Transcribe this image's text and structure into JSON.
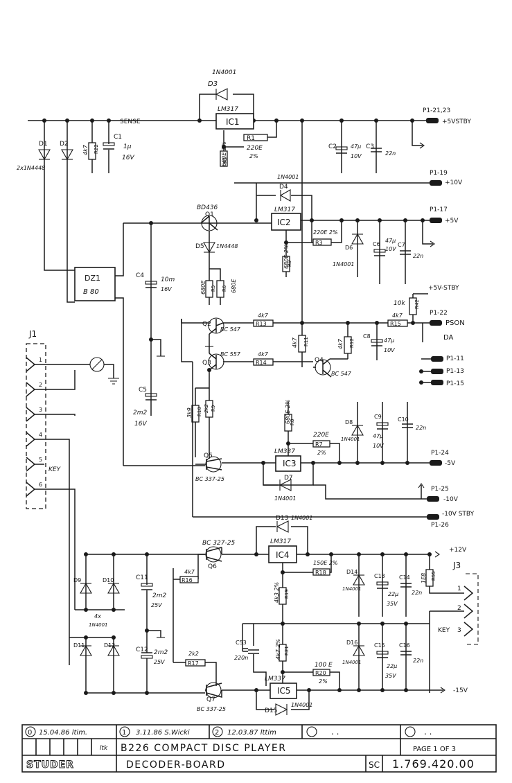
{
  "title_block": {
    "rev0": "0",
    "rev0_text": "15.04.86 ltim.",
    "rev1": "1",
    "rev1_text": "3.11.86 S.Wicki",
    "rev2": "2",
    "rev2_text": "12.03.87 lttim",
    "rev_extra": ". .",
    "rev_extra2": ". .",
    "initials": "ltk",
    "product": "B226 COMPACT DISC PLAYER",
    "page_label": "PAGE 1 OF 3",
    "brand": "STUDER",
    "board": "DECODER-BOARD",
    "code": "SC",
    "part_number": "1.769.420.00"
  },
  "labels": {
    "sense": "SENSE",
    "d1": "D1",
    "d2": "D2",
    "diodes_note": "2x1N4448",
    "r22": "R22",
    "r22_val": "4k7",
    "c1": "C1",
    "c1_val": "1µ",
    "c1_volt": "16V",
    "d3": "D3",
    "d3_type": "1N4001",
    "ic1_type": "LM317",
    "ic1": "IC1",
    "r1": "R1",
    "r1_val": "220E",
    "r1_tol": "2%",
    "r2": "R2",
    "r2_val": "680E 2%",
    "p1_2123": "P1-21,23",
    "out_5vstby": "+5VSTBY",
    "c2": "C2",
    "c2_val": "47µ",
    "c2_volt": "10V",
    "c3": "C3",
    "c3_val": "22n",
    "p1_19": "P1-19",
    "out_10v": "+10V",
    "d4": "D4",
    "d4_type": "1N4001",
    "q1_type": "BD436",
    "q1": "Q1",
    "ic2_type": "LM317",
    "ic2": "IC2",
    "p1_17": "P1-17",
    "out_5v": "+5V",
    "d5": "D5",
    "d5_type": "1N4448",
    "r3": "R3",
    "r3_val": "220E 2%",
    "r9": "R9",
    "r9_val": "680E 2%",
    "d6": "D6",
    "d6_type": "1N4001",
    "c6": "C6",
    "c6_val": "47µ",
    "c6_volt": "10V",
    "c7": "C7",
    "c7_val": "22n",
    "dz1": "DZ1",
    "dz1_type": "B 80",
    "c4": "C4",
    "c4_val": "10m",
    "c4_volt": "16V",
    "r5": "R5",
    "r5_val": "680E",
    "r6": "R6",
    "r6_val": "680E",
    "stby_in": "+5V-STBY",
    "r42": "R42",
    "r42_val": "10k",
    "p1_22": "P1-22",
    "pson": "PSON",
    "da": "DA",
    "j1": "J1",
    "key": "KEY",
    "q2": "Q2",
    "q2_type": "BC 547",
    "r13": "R13",
    "r13_val": "4k7",
    "r11": "R11",
    "r11_val": "4k7",
    "r12": "R12",
    "r12_val": "4k7",
    "r15": "R15",
    "r15_val": "4k7",
    "c8": "C8",
    "c8_val": "47µ",
    "c8_volt": "10V",
    "q3": "Q3",
    "q3_type": "BC 557",
    "r14": "R14",
    "r14_val": "4k7",
    "q4": "Q4",
    "q4_type": "BC 547",
    "p1_11": "P1-11",
    "p1_13": "P1-13",
    "p1_15": "P1-15",
    "c5": "C5",
    "c5_val": "2m2",
    "c5_volt": "16V",
    "r10": "R10",
    "r10_val": "3k9",
    "r9b": "R9",
    "r9b_val": "2k2",
    "r8": "R8",
    "r8_val": "680E 2%",
    "d8": "D8",
    "d8_type": "1N4001",
    "c9": "C9",
    "c9_val": "47µ",
    "c9_volt": "10V",
    "c10": "C10",
    "c10_val": "22n",
    "r7": "R7",
    "r7_val": "220E",
    "r7_tol": "2%",
    "ic3_type": "LM337",
    "ic3": "IC3",
    "p1_24": "P1-24",
    "out_m5v": "-5V",
    "q5": "Q5",
    "q5_type": "BC 337-25",
    "d7": "D7",
    "d7_type": "1N4001",
    "p1_25": "P1-25",
    "out_m10v": "-10V",
    "out_m10vstby": "-10V STBY",
    "p1_26": "P1-26",
    "d13": "D13",
    "d13_type": "1N4001",
    "q6_type": "BC 327-25",
    "q6": "Q6",
    "ic4_type": "LM317",
    "ic4": "IC4",
    "out_12v": "+12V",
    "r18": "R18",
    "r18_val": "150E 2%",
    "r16": "R16",
    "r16_val": "4k7",
    "c11": "C11",
    "c11_val": "2m2",
    "c11_volt": "25V",
    "d9": "D9",
    "d10": "D10",
    "d11": "D11",
    "d12": "D12",
    "diodes_4x": "4x",
    "diodes_4x_type": "1N4001",
    "r19": "R19",
    "r19_val": "4k3 2%",
    "d14": "D14",
    "d14_type": "1N4001",
    "c13": "C13",
    "c13_val": "22µ",
    "c13_volt": "35V",
    "c14": "C14",
    "c14_val": "22n",
    "r55": "R55",
    "r55_val": "1E8",
    "j3": "J3",
    "j3_p1": "1",
    "j3_p2": "2",
    "j3_key": "KEY",
    "j3_p3": "3",
    "c53": "C53",
    "c53_val": "220n",
    "r21": "R21",
    "r21_val": "4k7 2%",
    "d16": "D16",
    "d16_type": "1N4001",
    "c15": "C15",
    "c15_val": "22µ",
    "c15_volt": "35V",
    "c16": "C16",
    "c16_val": "22n",
    "c12": "C12",
    "c12_val": "2m2",
    "c12_volt": "25V",
    "r17": "R17",
    "r17_val": "2k2",
    "r20": "R20",
    "r20_val": "100 E",
    "r20_tol": "2%",
    "ic5_type": "LM337",
    "ic5": "IC5",
    "out_m15v": "-15V",
    "q7": "Q7",
    "q7_type": "BC 337-25",
    "d15": "D15",
    "d15_type": "1N4001",
    "j1_pins": [
      "1",
      "2",
      "3",
      "4",
      "5",
      "6"
    ]
  }
}
